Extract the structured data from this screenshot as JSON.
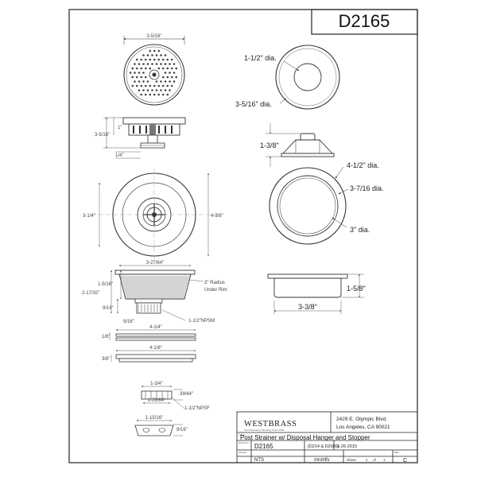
{
  "drawing": {
    "number": "D2165",
    "brand": "WESTBRASS",
    "brand_tagline": "Fine Decorative Plumbing Since 1930",
    "address_line1": "2429 E. Olympic Blvd.",
    "address_line2": "Los Angeles, CA 90021",
    "title_label": "TITLE",
    "title": "Post Strainer w/ Disposal Hanger and Stopper",
    "dwg_no_label": "DWG NO",
    "dwg_no": "D2165",
    "related_models": "(D214 & D2089)",
    "date": "1-26-2015",
    "scale_label": "SCALE",
    "scale": "NTS",
    "drawn_by": "mrohlfs",
    "sheet_label": "Sheet",
    "sheet_no": "1",
    "sheet_of": "of",
    "sheet_total": "1",
    "rev_label": "REV",
    "rev": "C"
  },
  "left_dims": {
    "strainer_top_width": "3-5/16\"",
    "basket_top_height": "1\"",
    "basket_total_height": "3-5/16\"",
    "post_height": "1/4\"",
    "flange_diameter_outer": "3-1/4\"",
    "flange_diameter": "4-3/8\"",
    "body_top_width": "3-27/64\"",
    "body_height_upper": "1-5/16\"",
    "body_height_total": "2-17/32\"",
    "body_lower": "9/16\"",
    "radius_note_line1": "3\" Radius",
    "radius_note_line2": "Under Rim",
    "thread_gap": "9/16\"",
    "thread_spec": "1-1/2\"NPSM",
    "washer1_width": "4-1/4\"",
    "washer1_thickness": "1/8\"",
    "washer2_width": "4-1/8\"",
    "washer2_thickness": "3/8\"",
    "nut_width_top": "1-3/4\"",
    "nut_width_bottom": "1-23/64\"",
    "nut_height": "39/64\"",
    "nut_thread_spec": "1-1/2\"NPSF",
    "stopper_width": "1-15/16\"",
    "stopper_height": "9/16\""
  },
  "right_dims": {
    "stopper_top_diameter": "1-1/2\" dia.",
    "stopper_outer_diameter": "3-5/16\" dia.",
    "stopper_height": "1-3/8\"",
    "hanger_outer_diameter": "4-1/2\" dia.",
    "hanger_mid_diameter": "3-7/16 dia.",
    "hanger_inner_diameter": "3\" dia.",
    "hanger_height": "1-5/8\"",
    "hanger_width": "3-3/8\""
  }
}
